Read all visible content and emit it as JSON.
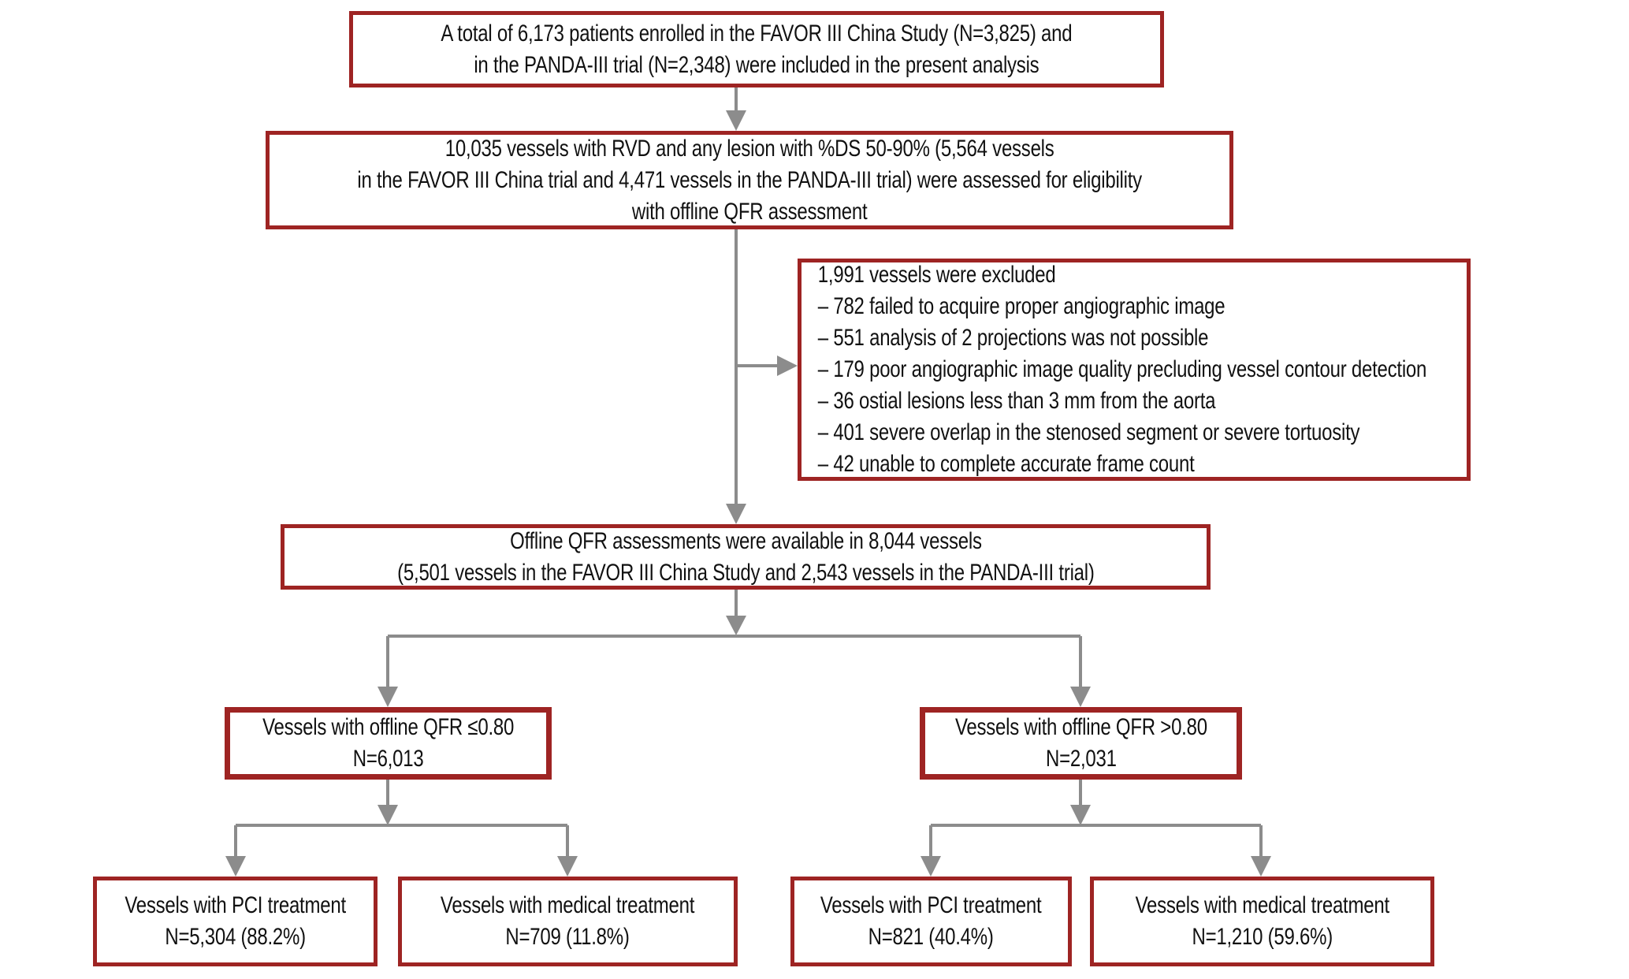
{
  "colors": {
    "box_border": "#9e2423",
    "connector": "#8c8c8c",
    "text": "#111111",
    "background": "#ffffff"
  },
  "boxes": {
    "enrolled": {
      "lines": [
        "A total of 6,173 patients enrolled in the FAVOR III China Study (N=3,825) and",
        "in the PANDA-III trial (N=2,348) were included in the present analysis"
      ]
    },
    "eligibility": {
      "lines": [
        "10,035 vessels with RVD and any lesion with %DS 50-90% (5,564 vessels",
        "in the FAVOR III China trial and 4,471 vessels in the PANDA-III trial) were assessed for eligibility",
        "with offline QFR assessment"
      ]
    },
    "excluded": {
      "lines": [
        "1,991 vessels were excluded",
        "– 782 failed to acquire proper angiographic image",
        "– 551 analysis of 2 projections was not possible",
        "– 179 poor angiographic image quality precluding vessel contour detection",
        "– 36 ostial lesions less than 3 mm from the aorta",
        "– 401 severe overlap in the stenosed segment or severe tortuosity",
        "– 42 unable to complete accurate frame count"
      ]
    },
    "qfr_available": {
      "lines": [
        "Offline QFR assessments were available in 8,044 vessels",
        "(5,501 vessels in the FAVOR III China Study and 2,543 vessels in the PANDA-III trial)"
      ]
    },
    "qfr_le": {
      "lines": [
        "Vessels with offline QFR ≤0.80",
        "N=6,013"
      ]
    },
    "qfr_gt": {
      "lines": [
        "Vessels with offline QFR >0.80",
        "N=2,031"
      ]
    },
    "pci_le": {
      "lines": [
        "Vessels with PCI treatment",
        "N=5,304 (88.2%)"
      ]
    },
    "med_le": {
      "lines": [
        "Vessels with medical treatment",
        "N=709 (11.8%)"
      ]
    },
    "pci_gt": {
      "lines": [
        "Vessels with PCI treatment",
        "N=821 (40.4%)"
      ]
    },
    "med_gt": {
      "lines": [
        "Vessels with medical treatment",
        "N=1,210 (59.6%)"
      ]
    }
  }
}
